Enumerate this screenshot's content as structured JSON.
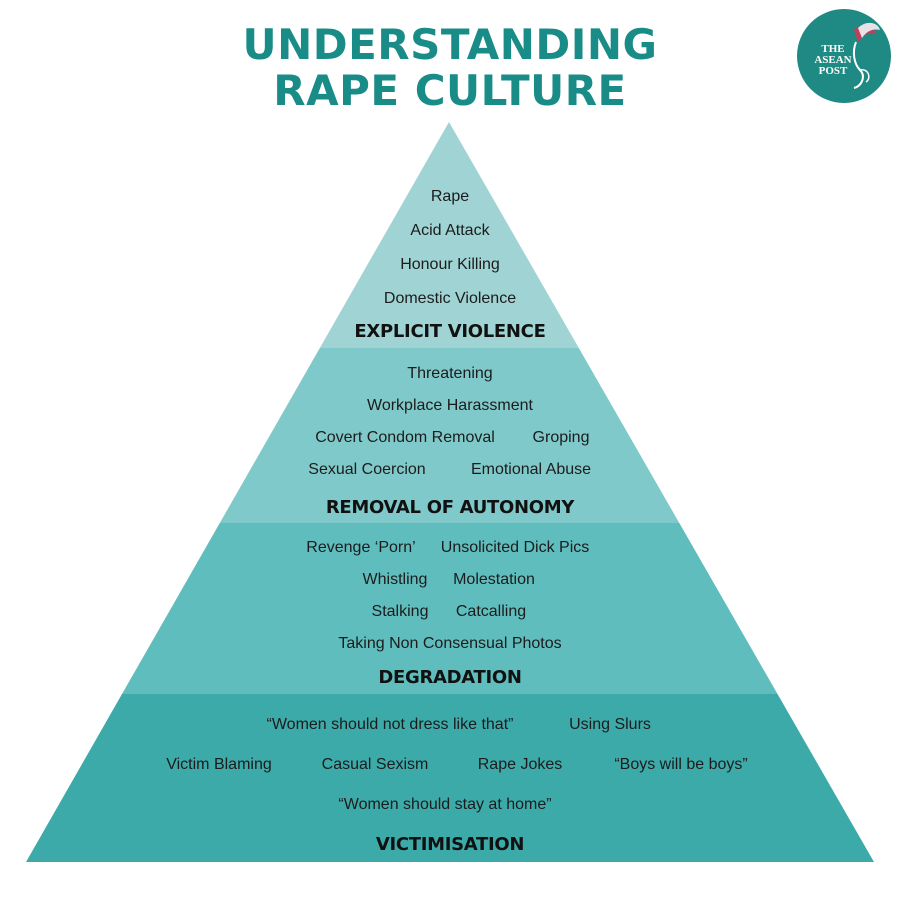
{
  "title": {
    "line1": "UNDERSTANDING",
    "line2": "RAPE CULTURE"
  },
  "logo": {
    "line1": "THE",
    "line2": "ASEAN",
    "line3": "POST"
  },
  "colors": {
    "title": "#1a8c88",
    "tier1": "#9fd3d4",
    "tier2": "#80c9ca",
    "tier3": "#5fbdbe",
    "tier4": "#3daaaa",
    "logo_bg": "#1f8a84"
  },
  "pyramid": {
    "explicit_violence": {
      "heading": "EXPLICIT VIOLENCE",
      "items": [
        "Rape",
        "Acid Attack",
        "Honour  Killing",
        "Domestic Violence"
      ]
    },
    "removal_of_autonomy": {
      "heading": "REMOVAL OF AUTONOMY",
      "items": [
        "Threatening",
        "Workplace Harassment",
        "Covert Condom Removal",
        "Groping",
        "Sexual Coercion",
        "Emotional Abuse"
      ]
    },
    "degradation": {
      "heading": "DEGRADATION",
      "items": [
        "Revenge ‘Porn’",
        "Unsolicited Dick Pics",
        "Whistling",
        "Molestation",
        "Stalking",
        "Catcalling",
        "Taking Non Consensual Photos"
      ]
    },
    "victimisation": {
      "heading": "VICTIMISATION",
      "items": [
        "“Women should not dress like that”",
        "Using Slurs",
        "Victim Blaming",
        "Casual Sexism",
        "Rape Jokes",
        "“Boys will be boys”",
        "“Women should stay at home”"
      ]
    }
  }
}
